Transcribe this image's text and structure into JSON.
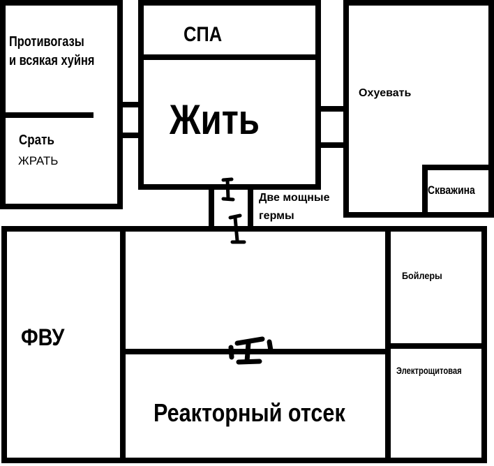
{
  "rooms": {
    "gasmasks": {
      "line1": "Противогазы",
      "line2": "и всякая хуйня"
    },
    "toilet": "Срать",
    "eat": "ЖРАТЬ",
    "spa": "СПА",
    "live": "Жить",
    "chill": "Охуевать",
    "well": "Скважина",
    "doors": {
      "line1": "Две мощные",
      "line2": "гермы"
    },
    "fvu": "ФВУ",
    "boilers": "Бойлеры",
    "electrical": "Электрощитовая",
    "reactor": "Реакторный отсек"
  },
  "colors": {
    "wall": "#000000",
    "background": "#ffffff"
  }
}
